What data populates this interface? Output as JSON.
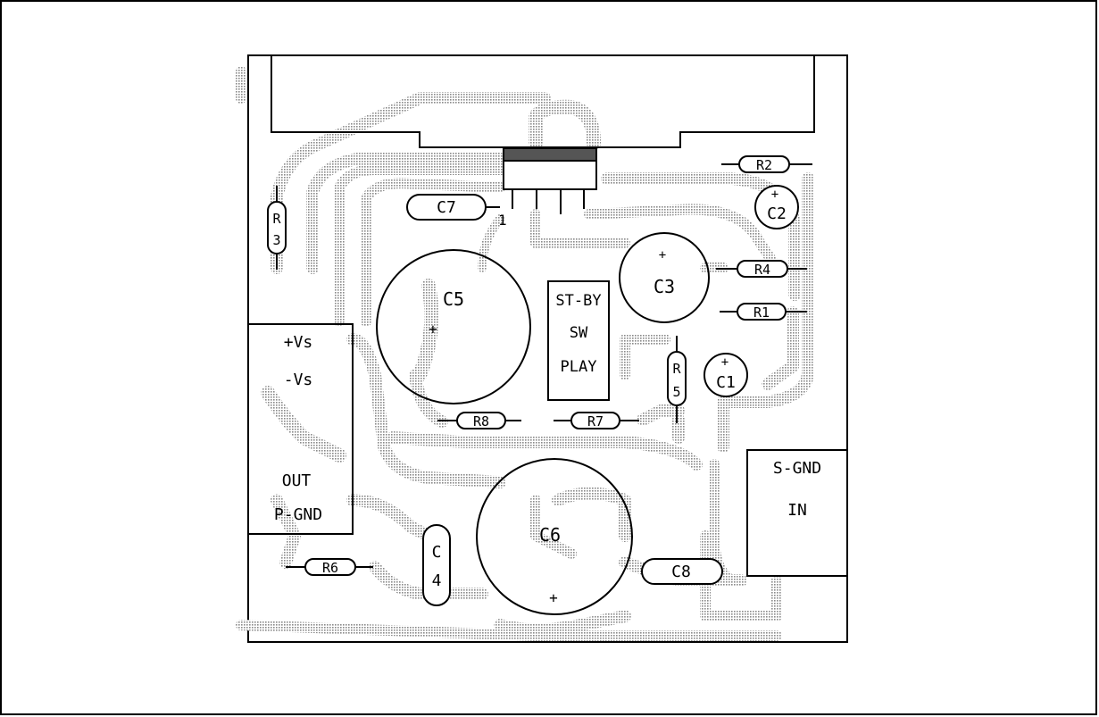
{
  "labels": {
    "c7": "C7",
    "pin1": "1",
    "r2": "R2",
    "c2": "C2",
    "c2_plus": "+",
    "r3_a": "R",
    "r3_b": "3",
    "c5": "C5",
    "c5_plus": "+",
    "stby_1": "ST-BY",
    "stby_2": "SW",
    "stby_3": "PLAY",
    "c3": "C3",
    "c3_plus": "+",
    "r4": "R4",
    "r1": "R1",
    "r5_a": "R",
    "r5_b": "5",
    "c1": "C1",
    "c1_plus": "+",
    "vs_plus": "+Vs",
    "vs_minus": "-Vs",
    "out": "OUT",
    "pgnd": "P-GND",
    "r8": "R8",
    "r7": "R7",
    "sgnd": "S-GND",
    "in": "IN",
    "c6": "C6",
    "c6_plus": "+",
    "r6": "R6",
    "c4_a": "C",
    "c4_b": "4",
    "c8": "C8"
  }
}
